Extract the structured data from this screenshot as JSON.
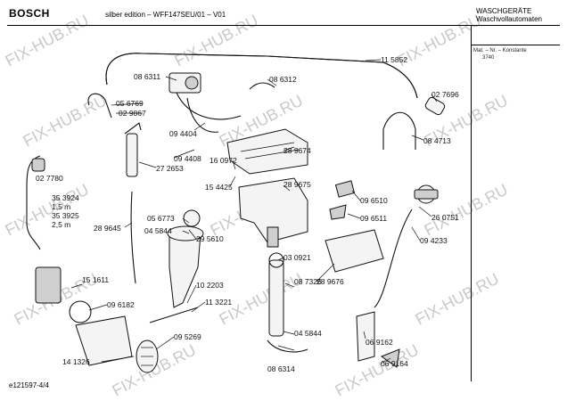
{
  "header": {
    "brand": "BOSCH",
    "model_line": "silber edition – WFF147SEU/01 – V01",
    "category_line1": "WASCHGERÄTE",
    "category_line2": "Waschvollautomaten",
    "mat_label": "Mat. – Nr. – Konstante",
    "mat_value": "3740"
  },
  "footer": {
    "doc_id": "e121597-4/4"
  },
  "watermark": "FIX-HUB.RU",
  "parts": [
    "08 6311",
    "05 6769",
    "02 9867",
    "09 4404",
    "09 4408",
    "27 2653",
    "08 6312",
    "11 5852",
    "02 7696",
    "08 4713",
    "28 9674",
    "16 0972",
    "15 4425",
    "02 7780",
    "35 3924",
    "1,5 m",
    "35 3925",
    "2,5 m",
    "28 9675",
    "09 6510",
    "09 6511",
    "26 0751",
    "28 9645",
    "05 6773",
    "04 5844",
    "29 5610",
    "03 0921",
    "09 4233",
    "15 1611",
    "09 6182",
    "10 2203",
    "08 7326",
    "28 9676",
    "11 3221",
    "09 5269",
    "14 1326",
    "04 5844",
    "06 9162",
    "08 6314",
    "06 9164"
  ]
}
